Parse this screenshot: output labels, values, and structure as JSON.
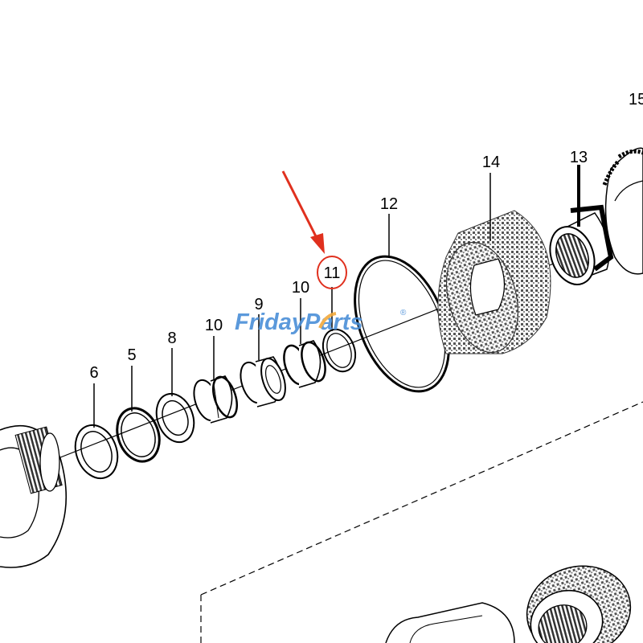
{
  "callouts": [
    "6",
    "5",
    "8",
    "10",
    "9",
    "10",
    "11",
    "12",
    "14",
    "13",
    "15"
  ],
  "highlighted_callout": "11",
  "watermark": {
    "part1": "Friday",
    "part2": "Parts",
    "mark": "®"
  },
  "colors": {
    "line": "#000000",
    "highlight": "#e0301e",
    "watermark_blue": "#4a8fd8",
    "watermark_orange": "#f2a93b"
  }
}
